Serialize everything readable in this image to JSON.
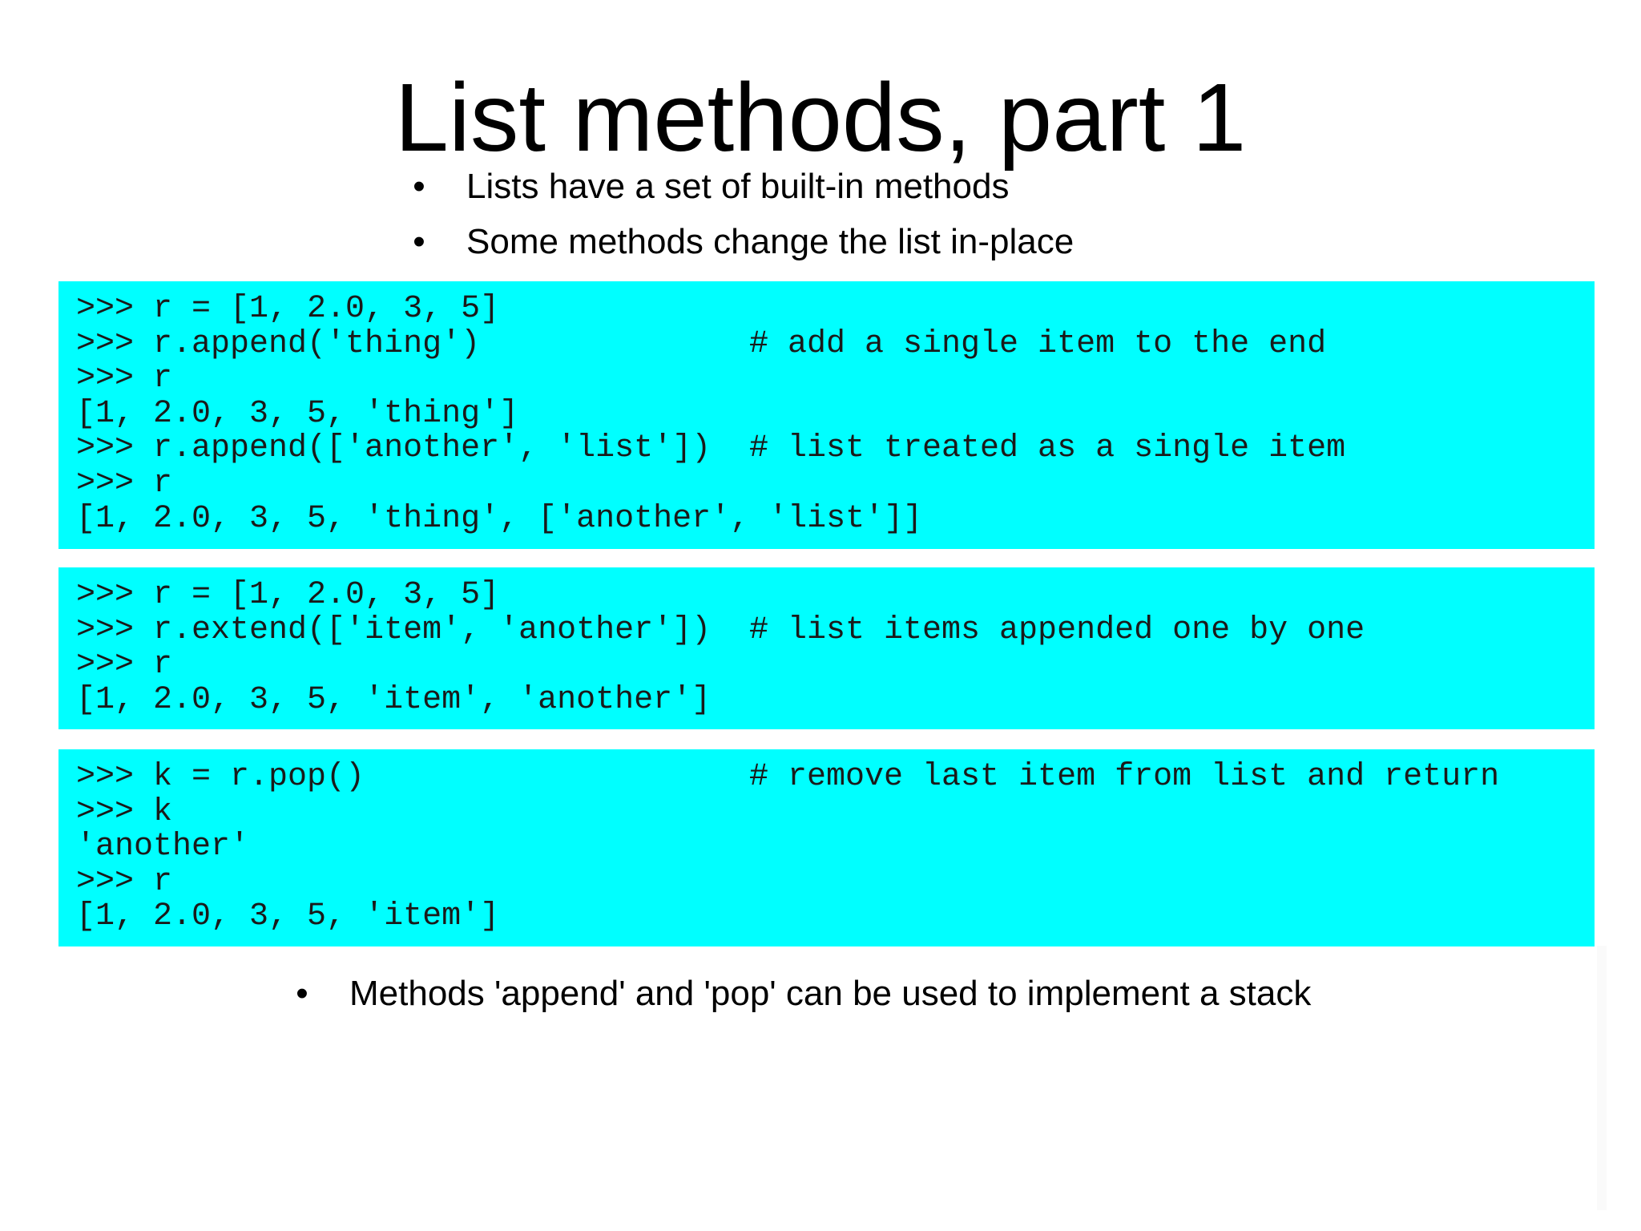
{
  "slide": {
    "title": "List methods, part 1",
    "bullets_top": [
      "Lists have a set of built-in methods",
      "Some methods change the list in-place"
    ],
    "bullet_symbol": "•",
    "code_blocks": [
      {
        "lines": [
          {
            "code": ">>> r = [1, 2.0, 3, 5]",
            "comment": ""
          },
          {
            "code": ">>> r.append('thing')",
            "comment": "# add a single item to the end"
          },
          {
            "code": ">>> r",
            "comment": ""
          },
          {
            "code": "[1, 2.0, 3, 5, 'thing']",
            "comment": ""
          },
          {
            "code": ">>> r.append(['another', 'list'])",
            "comment": "# list treated as a single item"
          },
          {
            "code": ">>> r",
            "comment": ""
          },
          {
            "code": "[1, 2.0, 3, 5, 'thing', ['another', 'list']]",
            "comment": ""
          }
        ]
      },
      {
        "lines": [
          {
            "code": ">>> r = [1, 2.0, 3, 5]",
            "comment": ""
          },
          {
            "code": ">>> r.extend(['item', 'another'])",
            "comment": "# list items appended one by one"
          },
          {
            "code": ">>> r",
            "comment": ""
          },
          {
            "code": "[1, 2.0, 3, 5, 'item', 'another']",
            "comment": ""
          }
        ]
      },
      {
        "lines": [
          {
            "code": ">>> k = r.pop()",
            "comment": "# remove last item from list and return"
          },
          {
            "code": ">>> k",
            "comment": ""
          },
          {
            "code": "'another'",
            "comment": ""
          },
          {
            "code": ">>> r",
            "comment": ""
          },
          {
            "code": "[1, 2.0, 3, 5, 'item']",
            "comment": ""
          }
        ]
      }
    ],
    "bullet_bottom": "Methods 'append' and 'pop' can be used to implement a stack",
    "colors": {
      "code_background": "#00ffff",
      "text": "#000000",
      "page_background": "#ffffff"
    }
  }
}
